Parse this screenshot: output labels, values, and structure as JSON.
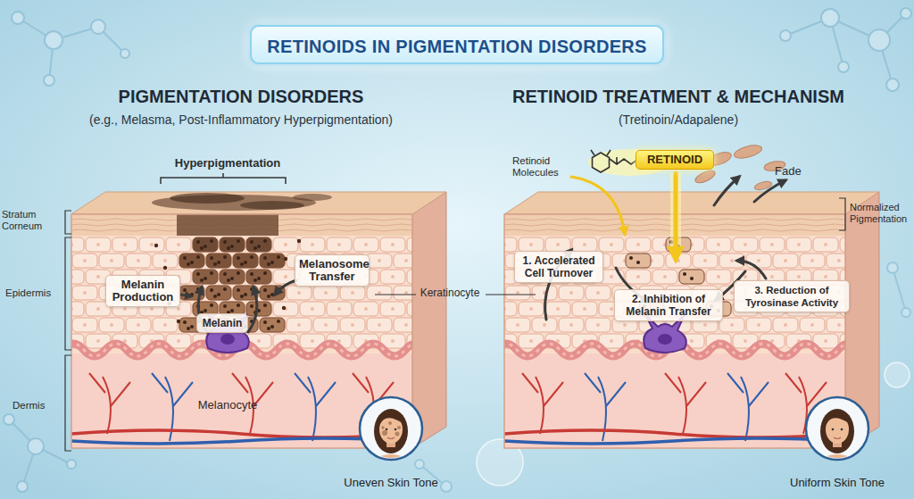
{
  "diagram": {
    "title": "RETINOIDS IN PIGMENTATION DISORDERS",
    "nodes": [
      {
        "text": [
          "PIGMENTATION DISORDERS",
          "(e.g., Melasma, Post-Inflammatory Hyperpigmentation)"
        ]
      },
      {
        "text": [
          "Melanin Production"
        ],
        "in": 0
      },
      {
        "text": [
          "Melanosome Transfer"
        ],
        "in": 0
      },
      {
        "text": [
          "Melanin"
        ],
        "in": 0
      },
      {
        "text": [
          "Uneven Skin Tone"
        ],
        "in": 0
      },
      {
        "text": [
          "RETINOID TREATMENT & MECHANISM",
          "(Tretinoin/Adapalene)"
        ]
      },
      {
        "text": [
          "RETINOID"
        ],
        "in": 5
      },
      {
        "text": [
          "1. Accelerated Cell Turnover"
        ],
        "in": 5
      },
      {
        "text": [
          "2. Inhibition of Melanin Transfer"
        ],
        "in": 5
      },
      {
        "text": [
          "3. Reduction of Tyrosinase Activity"
        ],
        "in": 5
      },
      {
        "text": [
          "Uniform Skin Tone"
        ],
        "in": 5
      }
    ],
    "labels": [
      "Hyperpigmentation",
      "Stratum Corneum",
      "Epidermis",
      "Dermis",
      "Melanocyte",
      "Keratinocyte",
      "Retinoid Molecules",
      "Fade",
      "Normalized Pigmentation"
    ]
  }
}
